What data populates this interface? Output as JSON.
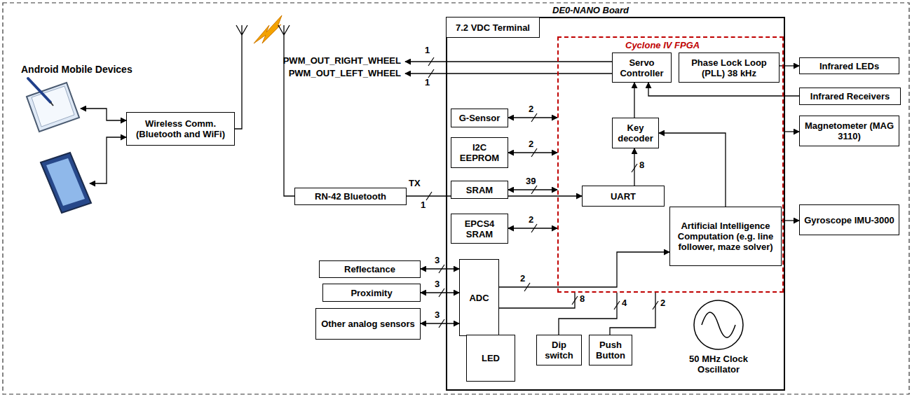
{
  "diagram": {
    "nodes": [
      {
        "text": [
          "DE0-NANO Board"
        ]
      },
      {
        "text": [
          "7.2 VDC Terminal"
        ],
        "in": 0
      },
      {
        "text": [
          "Cyclone IV FPGA"
        ],
        "in": 0
      },
      {
        "text": [
          "Servo Controller"
        ],
        "in": 2
      },
      {
        "text": [
          "Phase Lock Loop (PLL) 38 kHz"
        ],
        "in": 2
      },
      {
        "text": [
          "Key decoder"
        ],
        "in": 2
      },
      {
        "text": [
          "UART"
        ],
        "in": 2
      },
      {
        "text": [
          "Artificial Intelligence Computation (e.g. line follower, maze solver)"
        ],
        "in": 2
      },
      {
        "text": [
          "G-Sensor"
        ],
        "in": 0
      },
      {
        "text": [
          "I2C EEPROM"
        ],
        "in": 0
      },
      {
        "text": [
          "SRAM"
        ],
        "in": 0
      },
      {
        "text": [
          "EPCS4 SRAM"
        ],
        "in": 0
      },
      {
        "text": [
          "ADC"
        ],
        "in": 0
      },
      {
        "text": [
          "LED"
        ],
        "in": 0
      },
      {
        "text": [
          "Dip switch"
        ],
        "in": 0
      },
      {
        "text": [
          "Push Button"
        ],
        "in": 0
      },
      {
        "text": [
          "50 MHz Clock Oscillator"
        ],
        "in": 0
      },
      {
        "text": [
          "Infrared LEDs"
        ]
      },
      {
        "text": [
          "Infrared Receivers"
        ]
      },
      {
        "text": [
          "Magnetometer (MAG 3110)"
        ]
      },
      {
        "text": [
          "Gyroscope IMU-3000"
        ]
      },
      {
        "text": [
          "Reflectance"
        ]
      },
      {
        "text": [
          "Proximity"
        ]
      },
      {
        "text": [
          "Other analog sensors"
        ]
      },
      {
        "text": [
          "RN-42 Bluetooth"
        ]
      },
      {
        "text": [
          "Wireless Comm. (Bluetooth and WiFi)"
        ]
      }
    ],
    "edges": [
      {
        "from": 4,
        "to": 17,
        "arrow": "to"
      },
      {
        "from": 18,
        "to": 3,
        "arrow": "to"
      },
      {
        "from": 5,
        "to": 3,
        "arrow": "to"
      },
      {
        "from": 6,
        "to": 5,
        "label": "8",
        "arrow": "to"
      },
      {
        "from": 7,
        "to": 5,
        "arrow": "to"
      },
      {
        "from": 2,
        "to": 19,
        "arrow": "to"
      },
      {
        "from": 7,
        "to": 20,
        "arrow": "to"
      },
      {
        "from": 8,
        "to": 2,
        "label": "2",
        "arrow": "both"
      },
      {
        "from": 9,
        "to": 2,
        "label": "2",
        "arrow": "both"
      },
      {
        "from": 10,
        "to": 2,
        "label": "39",
        "arrow": "both"
      },
      {
        "from": 11,
        "to": 2,
        "label": "2",
        "arrow": "both"
      },
      {
        "from": 24,
        "to": 6,
        "label": "1",
        "arrow": "to"
      },
      {
        "from": 25,
        "to": 24,
        "arrow": "none"
      },
      {
        "from": 21,
        "to": 12,
        "label": "3",
        "arrow": "both"
      },
      {
        "from": 22,
        "to": 12,
        "label": "3",
        "arrow": "both"
      },
      {
        "from": 23,
        "to": 12,
        "label": "3",
        "arrow": "both"
      },
      {
        "from": 12,
        "to": 7,
        "label": "2",
        "arrow": "to"
      },
      {
        "from": 2,
        "to": 13,
        "label": "8",
        "arrow": "none"
      },
      {
        "from": 2,
        "to": 14,
        "label": "4",
        "arrow": "none"
      },
      {
        "from": 2,
        "to": 15,
        "label": "2",
        "arrow": "none"
      }
    ],
    "labels": [
      "Android Mobile Devices",
      "PWM_OUT_RIGHT_WHEEL",
      "PWM_OUT_LEFT_WHEEL",
      "1",
      "1",
      "TX"
    ]
  }
}
